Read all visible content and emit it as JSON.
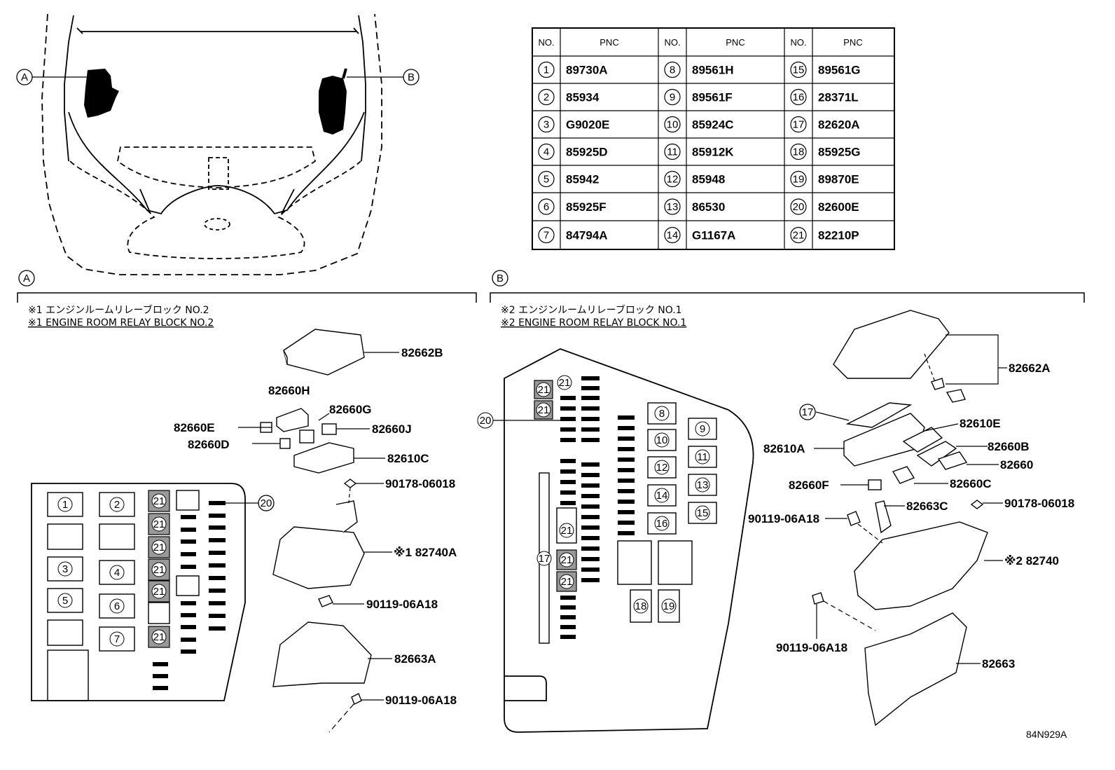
{
  "pnc_table": {
    "headers": [
      "NO.",
      "PNC",
      "NO.",
      "PNC",
      "NO.",
      "PNC"
    ],
    "rows": [
      [
        {
          "no": "1",
          "pnc": "89730A"
        },
        {
          "no": "8",
          "pnc": "89561H"
        },
        {
          "no": "15",
          "pnc": "89561G"
        }
      ],
      [
        {
          "no": "2",
          "pnc": "85934"
        },
        {
          "no": "9",
          "pnc": "89561F"
        },
        {
          "no": "16",
          "pnc": "28371L"
        }
      ],
      [
        {
          "no": "3",
          "pnc": "G9020E"
        },
        {
          "no": "10",
          "pnc": "85924C"
        },
        {
          "no": "17",
          "pnc": "82620A"
        }
      ],
      [
        {
          "no": "4",
          "pnc": "85925D"
        },
        {
          "no": "11",
          "pnc": "85912K"
        },
        {
          "no": "18",
          "pnc": "85925G"
        }
      ],
      [
        {
          "no": "5",
          "pnc": "85942"
        },
        {
          "no": "12",
          "pnc": "85948"
        },
        {
          "no": "19",
          "pnc": "89870E"
        }
      ],
      [
        {
          "no": "6",
          "pnc": "85925F"
        },
        {
          "no": "13",
          "pnc": "86530"
        },
        {
          "no": "20",
          "pnc": "82600E"
        }
      ],
      [
        {
          "no": "7",
          "pnc": "84794A"
        },
        {
          "no": "14",
          "pnc": "G1167A"
        },
        {
          "no": "21",
          "pnc": "82210P"
        }
      ]
    ]
  },
  "overview": {
    "marker_a": "A",
    "marker_b": "B"
  },
  "section_a": {
    "marker": "A",
    "title_jp": "※1 エンジンルームリレーブロック NO.2",
    "title_en": "※1 ENGINE ROOM RELAY BLOCK NO.2",
    "labels": {
      "cover": "82662B",
      "h": "82660H",
      "g": "82660G",
      "e": "82660E",
      "j": "82660J",
      "d": "82660D",
      "c": "82610C",
      "nut": "90178-06018",
      "block": "※1 82740A",
      "bolt1": "90119-06A18",
      "lower": "82663A",
      "bolt2": "90119-06A18"
    },
    "slot_numbers": [
      "1",
      "2",
      "3",
      "4",
      "5",
      "6",
      "7"
    ],
    "fuse21": "21",
    "callout20": "20"
  },
  "section_b": {
    "marker": "B",
    "title_jp": "※2 エンジンルームリレーブロック NO.1",
    "title_en": "※2 ENGINE ROOM RELAY BLOCK NO.1",
    "labels": {
      "cover": "82662A",
      "e": "82610E",
      "a": "82610A",
      "b": "82660B",
      "r": "82660",
      "f": "82660F",
      "c": "82660C",
      "c3": "82663C",
      "bolt1": "90119-06A18",
      "nut": "90178-06018",
      "block": "※2 82740",
      "bolt2": "90119-06A18",
      "lower": "82663"
    },
    "slot_numbers": [
      "8",
      "9",
      "10",
      "11",
      "12",
      "13",
      "14",
      "15",
      "16",
      "17",
      "18",
      "19",
      "20",
      "21"
    ]
  },
  "figure_code": "84N929A"
}
